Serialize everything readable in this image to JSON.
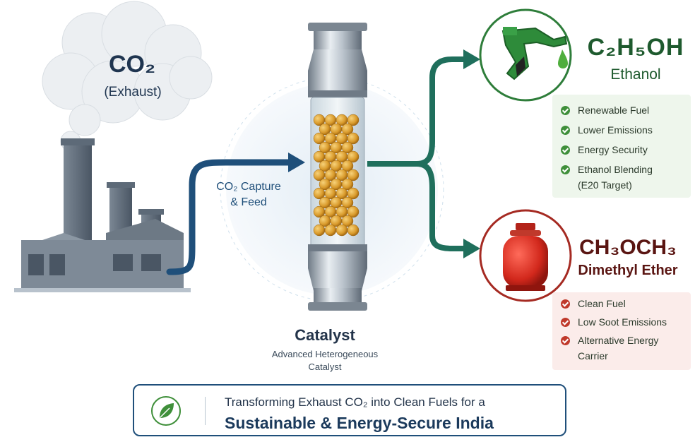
{
  "source": {
    "formula": "CO₂",
    "label": "(Exhaust)"
  },
  "feed": {
    "line1": "CO₂ Capture",
    "line2": "& Feed"
  },
  "catalyst": {
    "title": "Catalyst",
    "subtitle_line1": "Advanced Heterogeneous",
    "subtitle_line2": "Catalyst"
  },
  "ethanol": {
    "formula": "C₂H₅OH",
    "name": "Ethanol",
    "benefits": [
      "Renewable Fuel",
      "Lower Emissions",
      "Energy Security",
      "Ethanol Blending"
    ],
    "benefit_note": "(E20 Target)"
  },
  "dme": {
    "formula": "CH₃OCH₃",
    "name": "Dimethyl Ether",
    "benefits": [
      "Clean Fuel",
      "Low Soot Emissions",
      "Alternative Energy"
    ],
    "benefit_note": "Carrier"
  },
  "banner": {
    "line1": "Transforming Exhaust CO₂ into Clean Fuels for a",
    "line2": "Sustainable & Energy-Secure India"
  },
  "colors": {
    "ethanol_green": "#2e7d3a",
    "dme_red": "#a52a22",
    "flow_blue": "#1f4f7a",
    "flow_teal": "#1f6f5c"
  }
}
